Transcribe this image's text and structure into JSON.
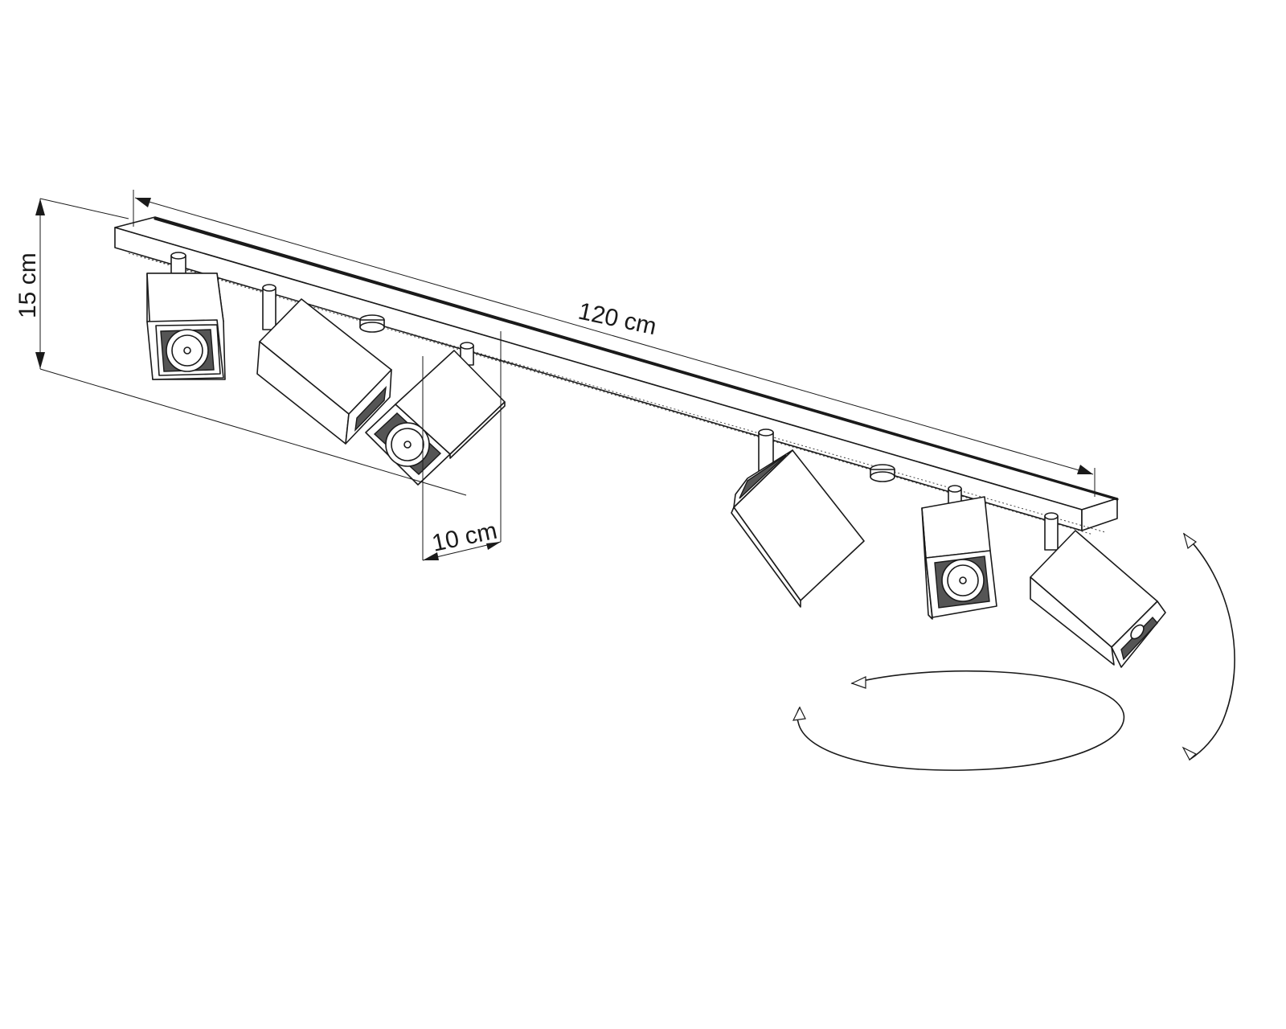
{
  "dimensions": {
    "length_label": "120 cm",
    "height_label": "15 cm",
    "width_label": "10 cm"
  },
  "colors": {
    "line": "#1a1a1a",
    "background": "#ffffff"
  }
}
